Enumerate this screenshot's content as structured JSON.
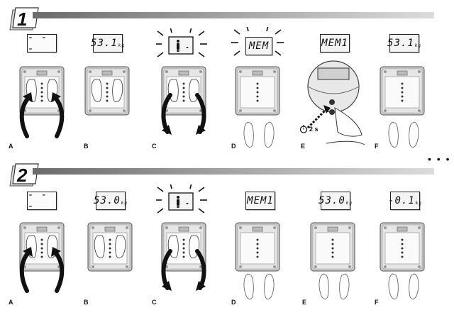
{
  "steps": [
    {
      "number": "1",
      "panels": [
        {
          "label": "A",
          "display": "- - -"
        },
        {
          "label": "B",
          "display": "53.1",
          "unit": "kg"
        },
        {
          "label": "C",
          "display": ""
        },
        {
          "label": "D",
          "display": "MEM"
        },
        {
          "label": "E",
          "display": "MEM1",
          "timer": "2 s"
        },
        {
          "label": "F",
          "display": "53.1",
          "unit": "kg"
        }
      ]
    },
    {
      "number": "2",
      "panels": [
        {
          "label": "A",
          "display": "- - -"
        },
        {
          "label": "B",
          "display": "53.0",
          "unit": "kg"
        },
        {
          "label": "C",
          "display": ""
        },
        {
          "label": "D",
          "display": "MEM1"
        },
        {
          "label": "E",
          "display": "53.0",
          "unit": "kg"
        },
        {
          "label": "F",
          "display": "-0.1",
          "unit": "kg"
        }
      ]
    }
  ],
  "continuation": "• • •"
}
